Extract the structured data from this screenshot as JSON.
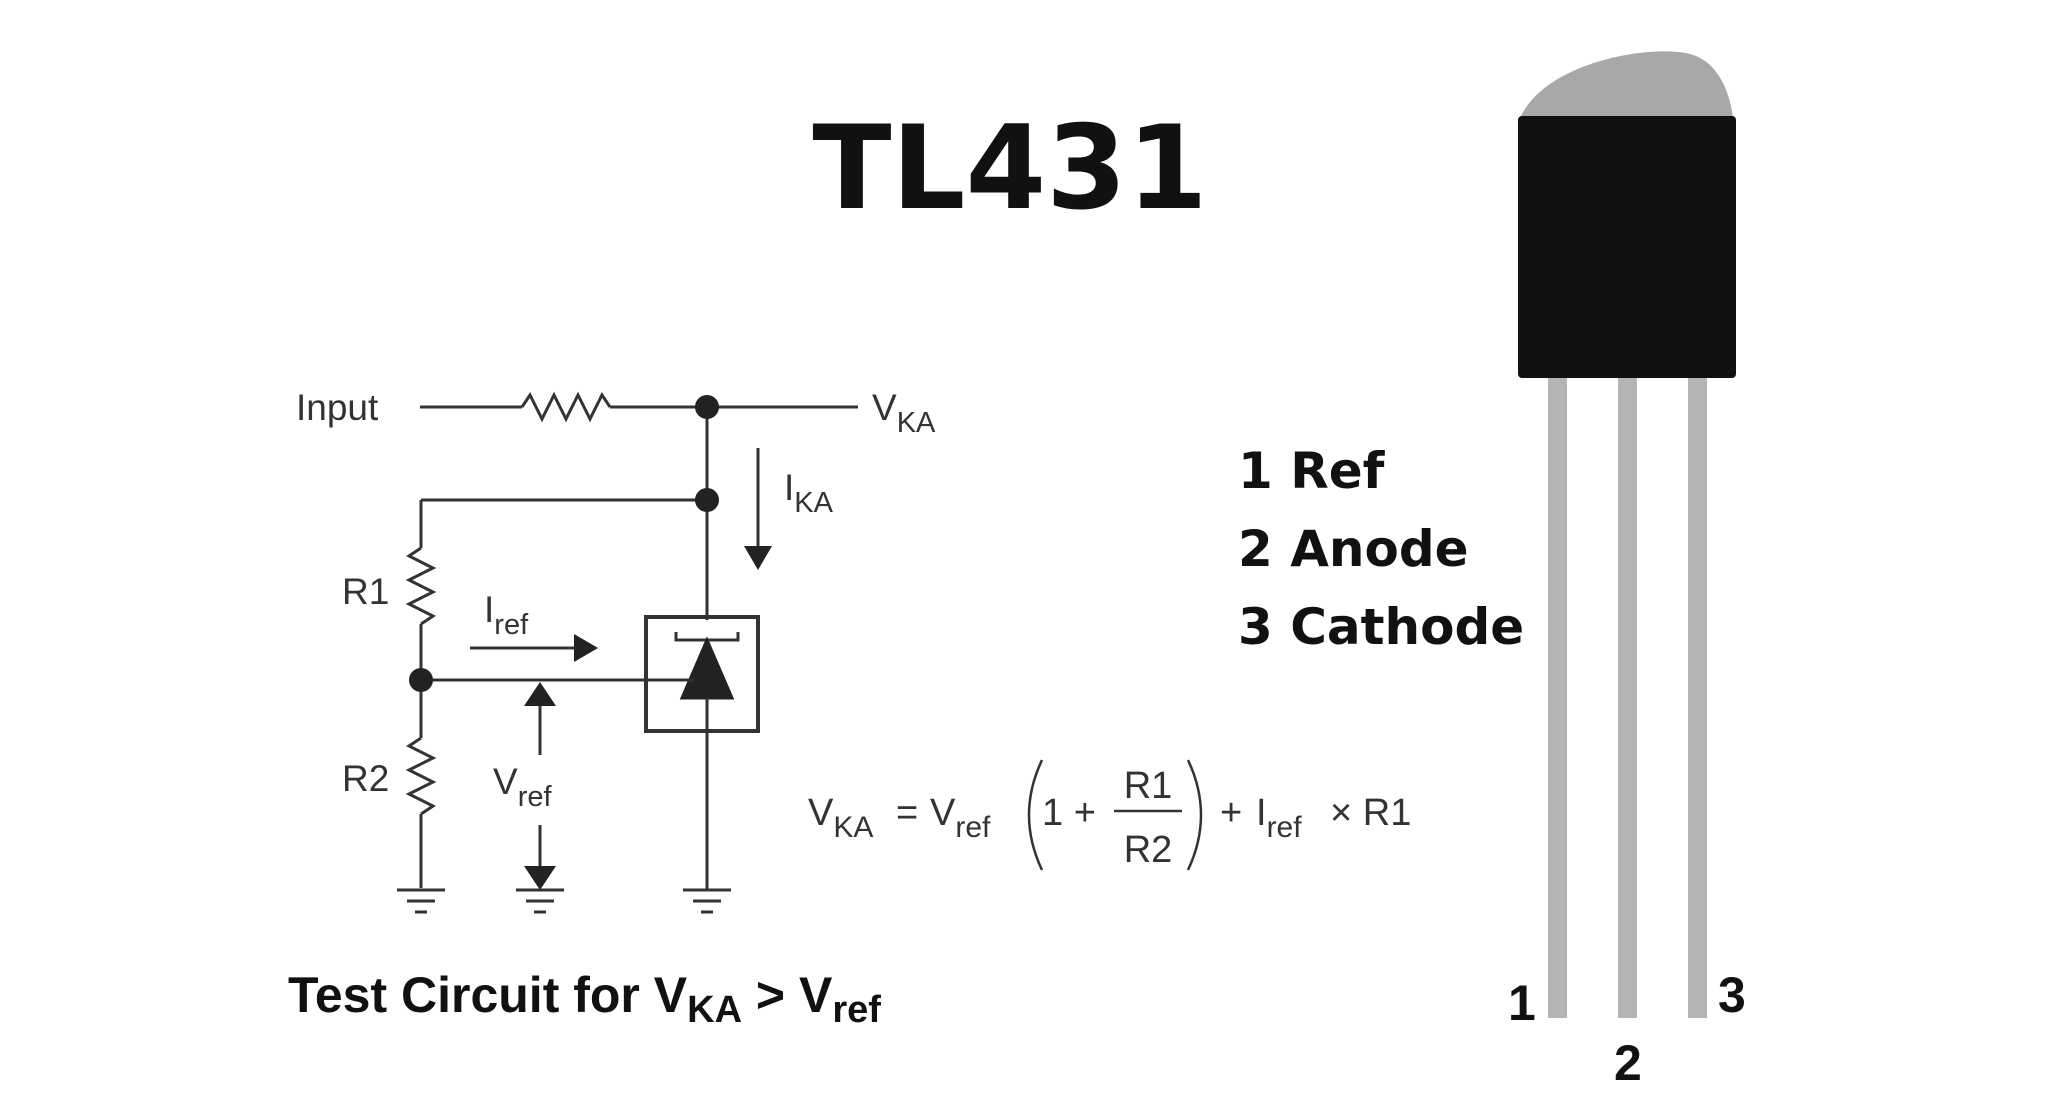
{
  "title": "TL431",
  "schematic": {
    "input_label": "Input",
    "vka": {
      "main": "V",
      "sub": "KA"
    },
    "ika": {
      "main": "I",
      "sub": "KA"
    },
    "r1": "R1",
    "r2": "R2",
    "iref": {
      "main": "I",
      "sub": "ref"
    },
    "vref": {
      "main": "V",
      "sub": "ref"
    }
  },
  "equation": {
    "lhs_main": "V",
    "lhs_sub": "KA",
    "equals": "=",
    "vref_main": "V",
    "vref_sub": "ref",
    "one_plus": "1 +",
    "numerator": "R1",
    "denominator": "R2",
    "plus": "+",
    "iref_main": "I",
    "iref_sub": "ref",
    "times_r1": "× R1"
  },
  "caption": {
    "prefix": "Test Circuit for ",
    "vka_main": "V",
    "vka_sub": "KA",
    "gt": " > ",
    "vref_main": "V",
    "vref_sub": "ref"
  },
  "pin_legend": [
    "1 Ref",
    "2 Anode",
    "3 Cathode"
  ],
  "package_pins": [
    "1",
    "2",
    "3"
  ],
  "colors": {
    "package_body": "#111111",
    "package_dome": "#a8a8a8",
    "lead": "#b4b4b4",
    "wire": "#333333"
  }
}
